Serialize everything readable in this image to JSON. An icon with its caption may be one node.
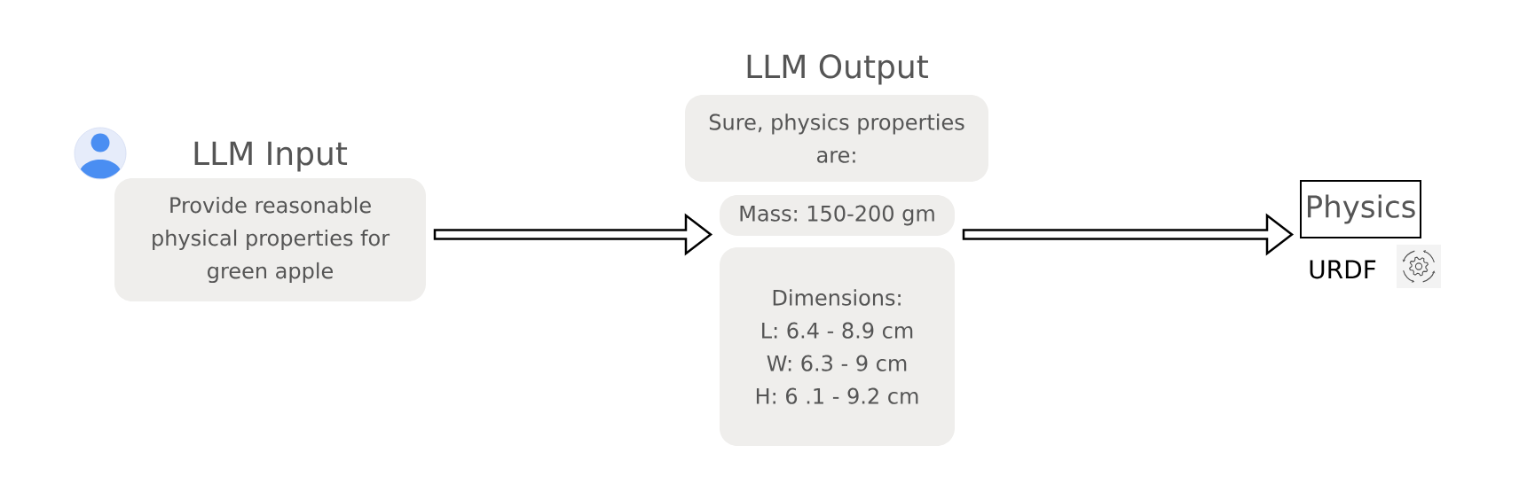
{
  "diagram": {
    "nodes": [
      {
        "text": [
          "LLM Input",
          "Provide reasonable physical properties for green apple"
        ]
      },
      {
        "text": [
          "LLM Output",
          "Sure, physics properties are:"
        ]
      },
      {
        "text": [
          "Mass: 150-200 gm"
        ]
      },
      {
        "text": [
          "Dimensions:",
          "L: 6.4 - 8.9 cm",
          "W: 6.3 - 9 cm",
          "H: 6 .1 - 9.2 cm"
        ]
      },
      {
        "text": [
          "Physics"
        ],
        "beside": [
          "URDF"
        ]
      }
    ],
    "edges": [
      {
        "from": 0,
        "to": 2,
        "arrow": "to"
      },
      {
        "from": 2,
        "to": 4,
        "arrow": "to"
      }
    ]
  }
}
